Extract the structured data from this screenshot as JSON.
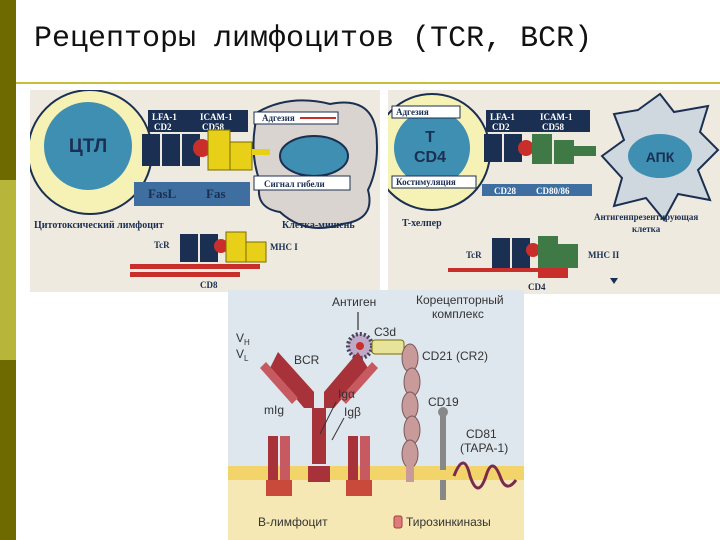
{
  "title": "Рецепторы лимфоцитов (TCR, BCR)",
  "colors": {
    "sidebar_dark": "#6f6a00",
    "sidebar_light": "#b8b63a",
    "panel_bg": "#efeadf",
    "cell_yellow": "#f6f1b4",
    "nucleus_blue": "#3e8fb1",
    "target_cell": "#d9d4cf",
    "receptor_navy": "#1b2f52",
    "mhc_yellow": "#e8d018",
    "red": "#c92f2a",
    "bcr_red": "#a8323a",
    "membrane": "#f2d46a",
    "cytoplasm": "#f5e8b5",
    "bcell_bg": "#dfe7ee"
  },
  "panel_ctl": {
    "ctl_label": "ЦТЛ",
    "lfa1": "LFA-1",
    "icam1": "ICAM-1",
    "cd2": "CD2",
    "cd58": "CD58",
    "adhesion": "Адгезия",
    "death_signal": "Сигнал гибели",
    "fasl": "FasL",
    "fas": "Fas",
    "cytotoxic_lymphocyte": "Цитотоксический лимфоцит",
    "target_cell": "Клетка-мишень",
    "tcr": "TcR",
    "mhc1": "MHC I",
    "cd8": "CD8"
  },
  "panel_helper": {
    "adhesion": "Адгезия",
    "t_label": "T",
    "cd4_label": "CD4",
    "lfa1": "LFA-1",
    "icam1": "ICAM-1",
    "cd2": "CD2",
    "cd58": "CD58",
    "costim": "Костимуляция",
    "cd28": "CD28",
    "cd8086": "CD80/86",
    "apc_label": "АПК",
    "t_helper": "T-хелпер",
    "apc_full": "Антигенпрезентирующая клетка",
    "apc_full_l1": "Антигенпрезентирующая",
    "apc_full_l2": "клетка",
    "tcr": "TcR",
    "mhc2": "MHC II",
    "cd4": "CD4"
  },
  "panel_bcr": {
    "antigen": "Антиген",
    "coreceptor_l1": "Корецепторный",
    "coreceptor_l2": "комплекс",
    "c3d": "C3d",
    "vh": "V",
    "vh_sub": "H",
    "vl": "V",
    "vl_sub": "L",
    "bcr": "BCR",
    "cd21": "CD21 (CR2)",
    "iga": "Igα",
    "igb": "Igβ",
    "mig": "mIg",
    "cd19": "CD19",
    "cd81_l1": "CD81",
    "cd81_l2": "(TAPA-1)",
    "b_lymphocyte": "B-лимфоцит",
    "tyrosine_kinases": "Тирозинкиназы"
  }
}
